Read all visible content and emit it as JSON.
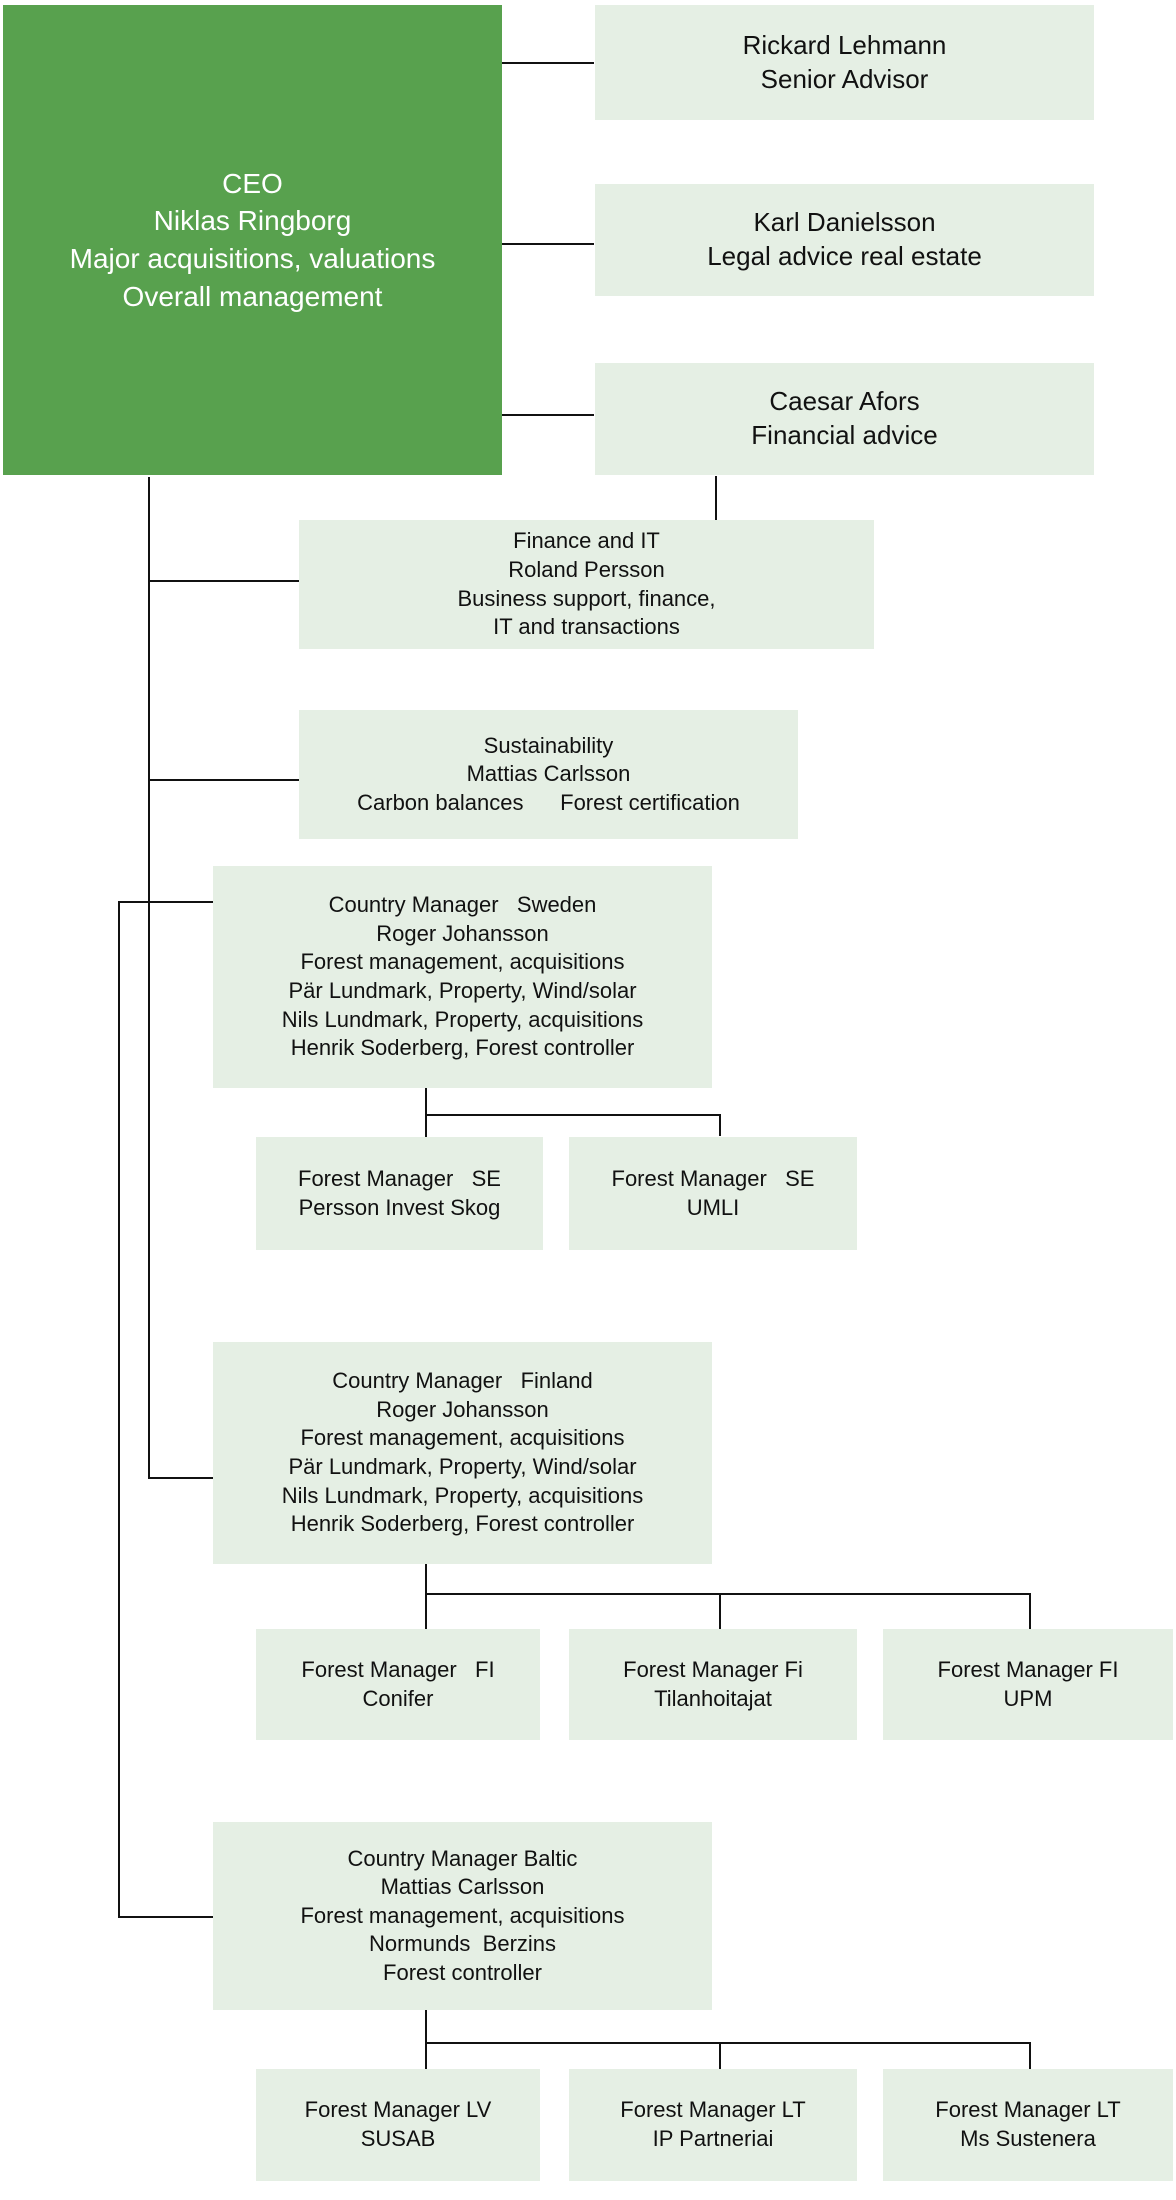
{
  "ceo": {
    "lines": [
      "CEO",
      "Niklas Ringborg",
      "Major acquisitions, valuations",
      "Overall management"
    ]
  },
  "advisors": [
    {
      "lines": [
        "Rickard Lehmann",
        "Senior Advisor"
      ]
    },
    {
      "lines": [
        "Karl Danielsson",
        "Legal advice real estate"
      ]
    },
    {
      "lines": [
        "Caesar Afors",
        "Financial advice"
      ]
    }
  ],
  "departments": [
    {
      "lines": [
        "Finance and IT",
        "Roland Persson",
        "Business support, finance,",
        "IT and transactions"
      ]
    },
    {
      "lines": [
        "Sustainability",
        "Mattias Carlsson",
        "Carbon balances      Forest certification"
      ]
    }
  ],
  "country_managers": [
    {
      "lines": [
        "Country Manager   Sweden",
        "Roger Johansson",
        "Forest management, acquisitions",
        "Pär Lundmark, Property, Wind/solar",
        "Nils Lundmark, Property, acquisitions",
        "Henrik Soderberg, Forest controller"
      ],
      "forest_managers": [
        {
          "lines": [
            "Forest Manager   SE",
            "Persson Invest Skog"
          ]
        },
        {
          "lines": [
            "Forest Manager   SE",
            "UMLI"
          ]
        }
      ]
    },
    {
      "lines": [
        "Country Manager   Finland",
        "Roger Johansson",
        "Forest management, acquisitions",
        "Pär Lundmark, Property, Wind/solar",
        "Nils Lundmark, Property, acquisitions",
        "Henrik Soderberg, Forest controller"
      ],
      "forest_managers": [
        {
          "lines": [
            "Forest Manager   FI",
            "Conifer"
          ]
        },
        {
          "lines": [
            "Forest Manager Fi",
            "Tilanhoitajat"
          ]
        },
        {
          "lines": [
            "Forest Manager FI",
            "UPM"
          ]
        }
      ]
    },
    {
      "lines": [
        "Country Manager Baltic",
        "Mattias Carlsson",
        "Forest management, acquisitions",
        "Normunds  Berzins",
        "Forest controller"
      ],
      "forest_managers": [
        {
          "lines": [
            "Forest Manager LV",
            "SUSAB"
          ]
        },
        {
          "lines": [
            "Forest Manager LT",
            "IP Partneriai"
          ]
        },
        {
          "lines": [
            "Forest Manager LT",
            "Ms Sustenera"
          ]
        }
      ]
    }
  ],
  "colors": {
    "ceo_fill": "#58a14e",
    "box_fill": "#e5efe4",
    "line": "#111111",
    "ceo_text": "#ffffff"
  }
}
